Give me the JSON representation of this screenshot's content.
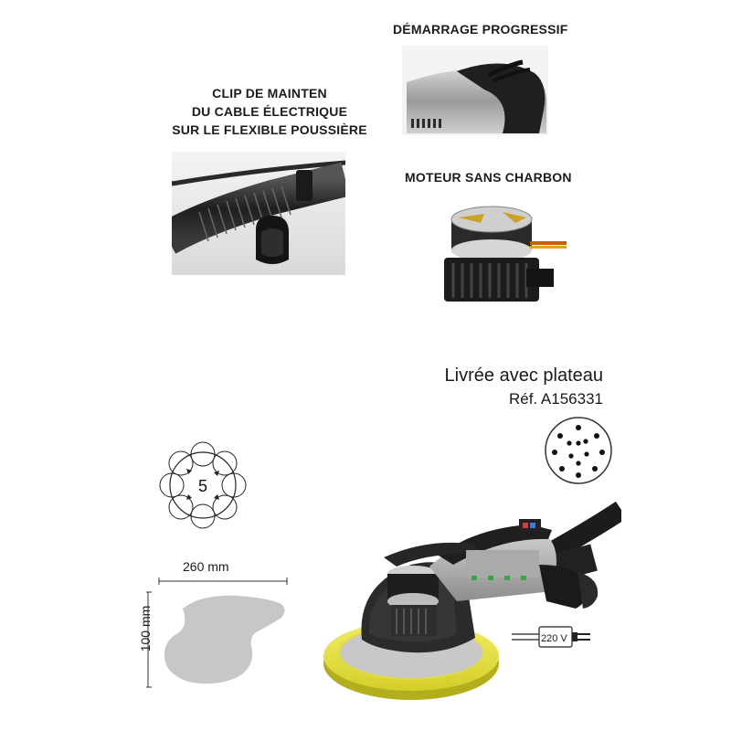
{
  "features": {
    "clip": {
      "caption_lines": [
        "CLIP DE MAINTEN",
        "DU CABLE ÉLECTRIQUE",
        "SUR LE FLEXIBLE POUSSIÈRE"
      ]
    },
    "demarrage": {
      "caption": "DÉMARRAGE PROGRESSIF"
    },
    "moteur": {
      "caption": "MOTEUR SANS CHARBON"
    }
  },
  "delivery": {
    "line1": "Livrée avec plateau",
    "line2": "Réf. A156331"
  },
  "orbit": {
    "number": "5"
  },
  "dimensions": {
    "width": "260 mm",
    "height": "100 mm"
  },
  "power": {
    "voltage": "220 V"
  },
  "colors": {
    "pad_yellow": "#e8e23a",
    "tool_dark": "#2b2b2b",
    "silhouette_grey": "#c7c7c7",
    "accent_green": "#3aa64a"
  }
}
